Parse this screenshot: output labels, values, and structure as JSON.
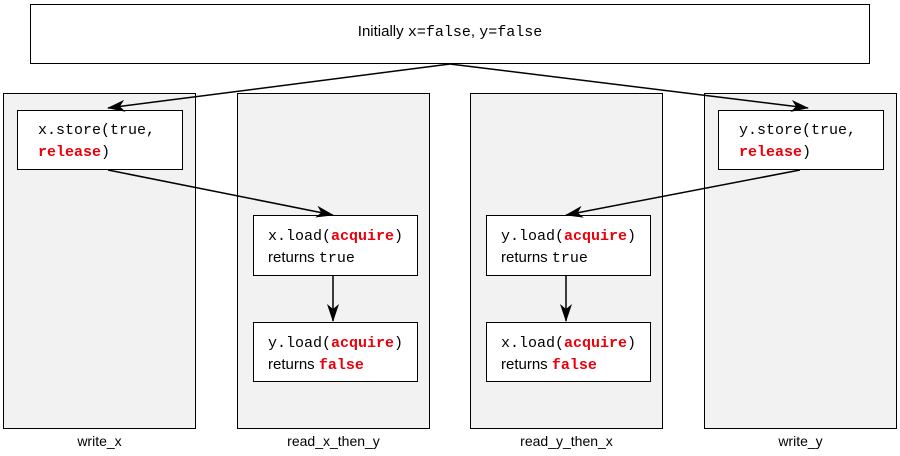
{
  "initial": {
    "prefix": "Initially ",
    "x_eq": "x=",
    "x_val": "false",
    "sep": ", ",
    "y_eq": "y=",
    "y_val": "false"
  },
  "lanes": [
    {
      "label": "write_x"
    },
    {
      "label": "read_x_then_y"
    },
    {
      "label": "read_y_then_x"
    },
    {
      "label": "write_y"
    }
  ],
  "store_x": {
    "line1": "x.store(true,",
    "order": "release",
    "close": ")"
  },
  "store_y": {
    "line1": "y.store(true,",
    "order": "release",
    "close": ")"
  },
  "rxy_load1": {
    "call": "x.load(",
    "order": "acquire",
    "close": ")",
    "ret_label": "returns ",
    "ret_val": "true"
  },
  "rxy_load2": {
    "call": "y.load(",
    "order": "acquire",
    "close": ")",
    "ret_label": "returns ",
    "ret_val": "false"
  },
  "ryx_load1": {
    "call": "y.load(",
    "order": "acquire",
    "close": ")",
    "ret_label": "returns ",
    "ret_val": "true"
  },
  "ryx_load2": {
    "call": "x.load(",
    "order": "acquire",
    "close": ")",
    "ret_label": "returns ",
    "ret_val": "false"
  },
  "colors": {
    "lane_fill": "#f2f2f2",
    "highlight": "#e8000b",
    "stroke": "#000000"
  }
}
